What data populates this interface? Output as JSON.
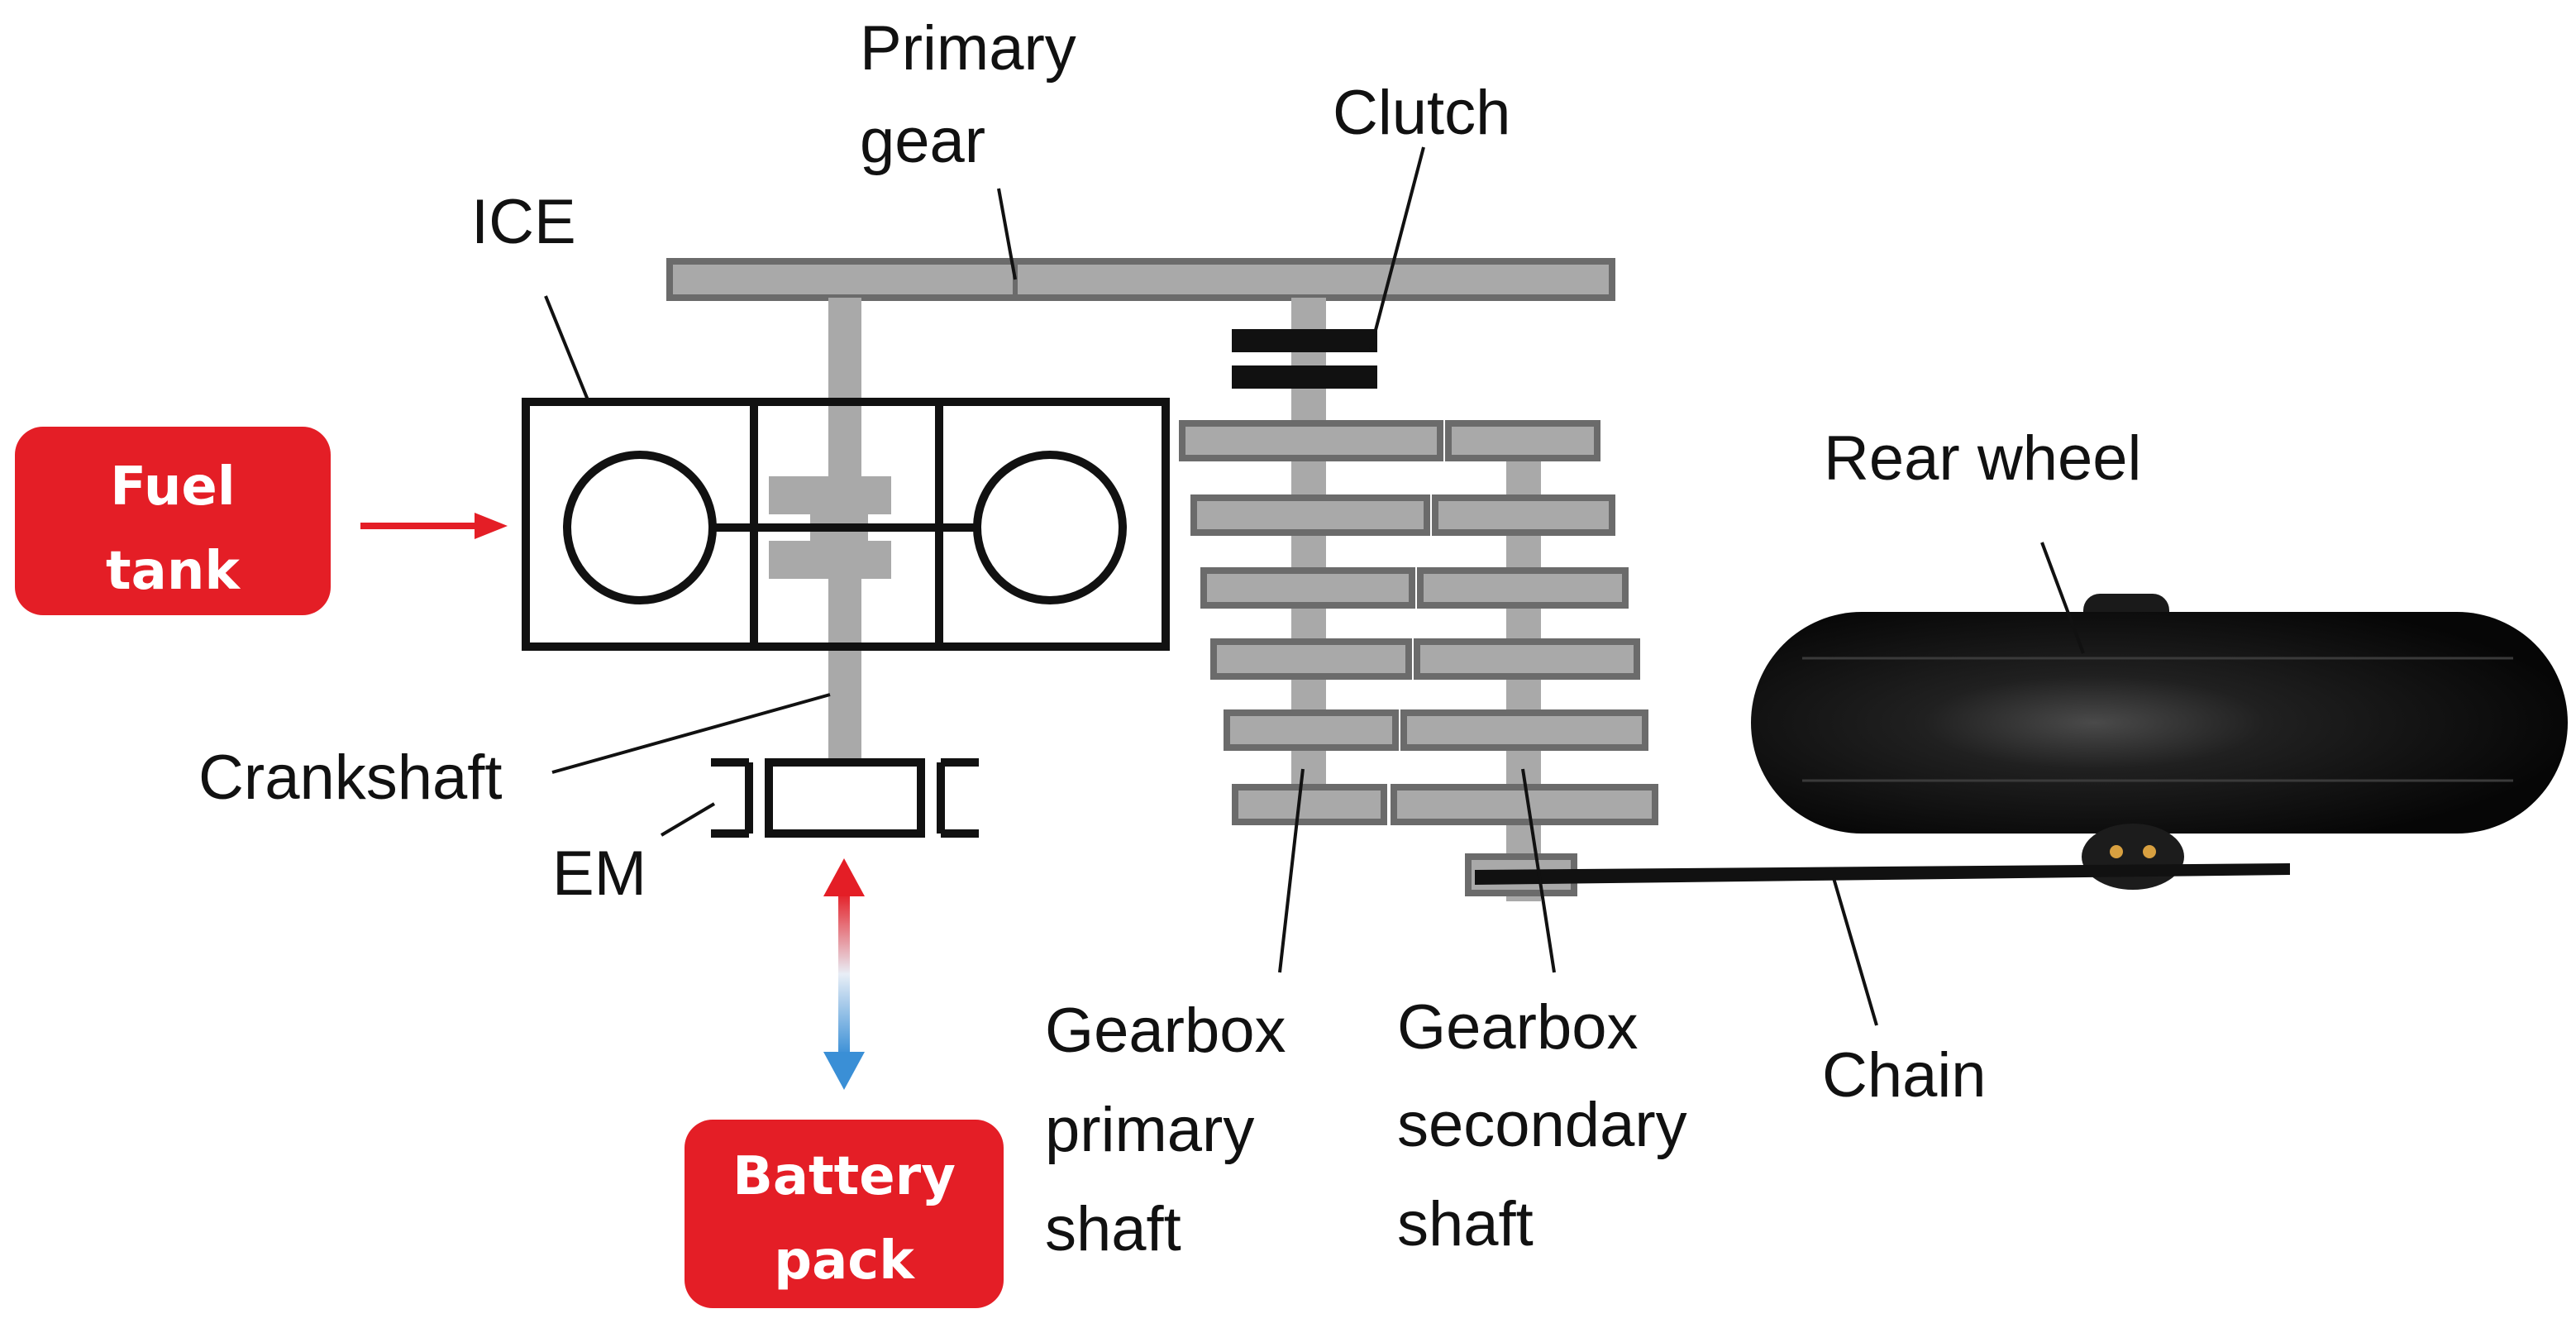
{
  "labels": {
    "primary_gear": [
      "Primary",
      "gear"
    ],
    "clutch": "Clutch",
    "ice": "ICE",
    "rear_wheel": "Rear wheel",
    "crankshaft": "Crankshaft",
    "em": "EM",
    "gearbox_primary_shaft": [
      "Gearbox",
      "primary",
      "shaft"
    ],
    "gearbox_secondary_shaft": [
      "Gearbox",
      "secondary",
      "shaft"
    ],
    "chain": "Chain"
  },
  "boxes": {
    "fuel_tank": [
      "Fuel",
      "tank"
    ],
    "battery_pack": [
      "Battery",
      "pack"
    ]
  },
  "colors": {
    "box_red": "#e41e26",
    "arrow_red": "#e41e26",
    "arrow_blue": "#3a8fd6",
    "gear_grey": "#a9a9a9",
    "gear_outline": "#6b6b6b",
    "wheel_black": "#101010"
  }
}
